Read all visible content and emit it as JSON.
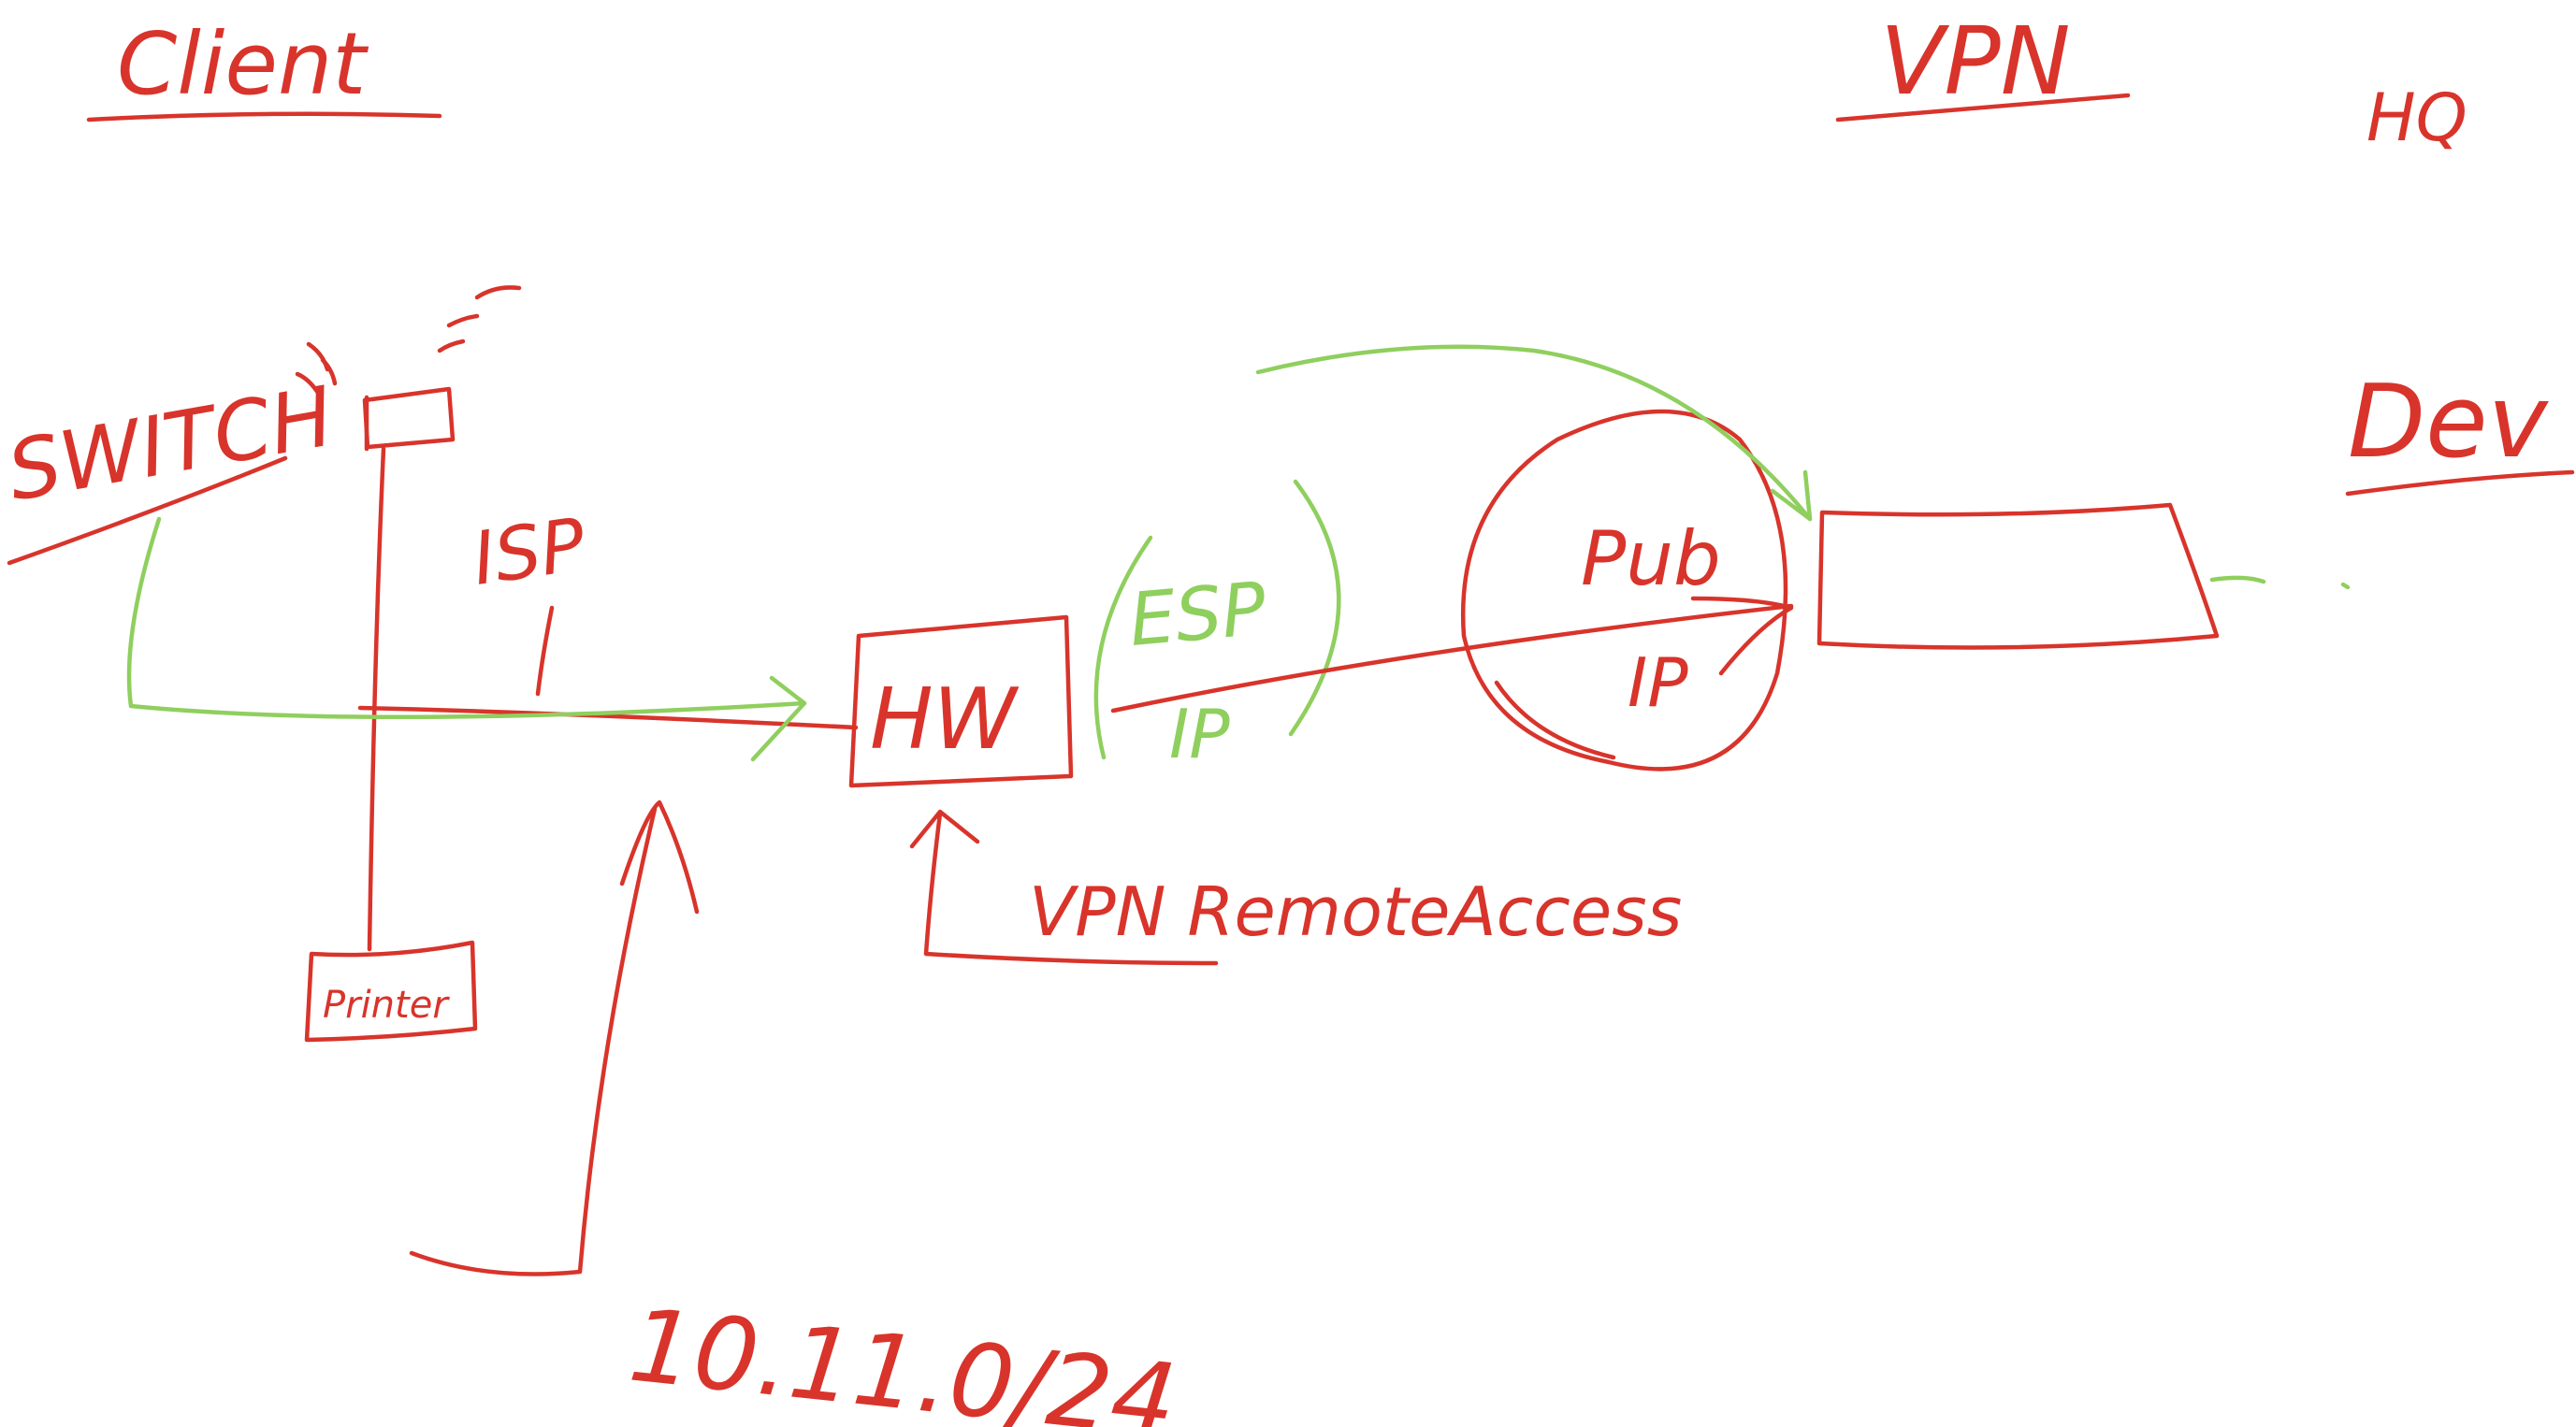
{
  "labels": {
    "client": "Client",
    "vpn": "VPN",
    "hq": "HQ",
    "switch": "SWITCH",
    "isp": "ISP",
    "hw": "HW",
    "esp": "ESP",
    "ip_tunnel": "IP",
    "pub": "Pub",
    "pub_ip": "IP",
    "dev": "Dev",
    "printer": "Printer",
    "vpn_remote_access": "VPN RemoteAccess",
    "subnet": "10.11.0/24"
  },
  "colors": {
    "ink_red": "#d8342b",
    "ink_green": "#8fcf5e",
    "background": "#ffffff"
  }
}
